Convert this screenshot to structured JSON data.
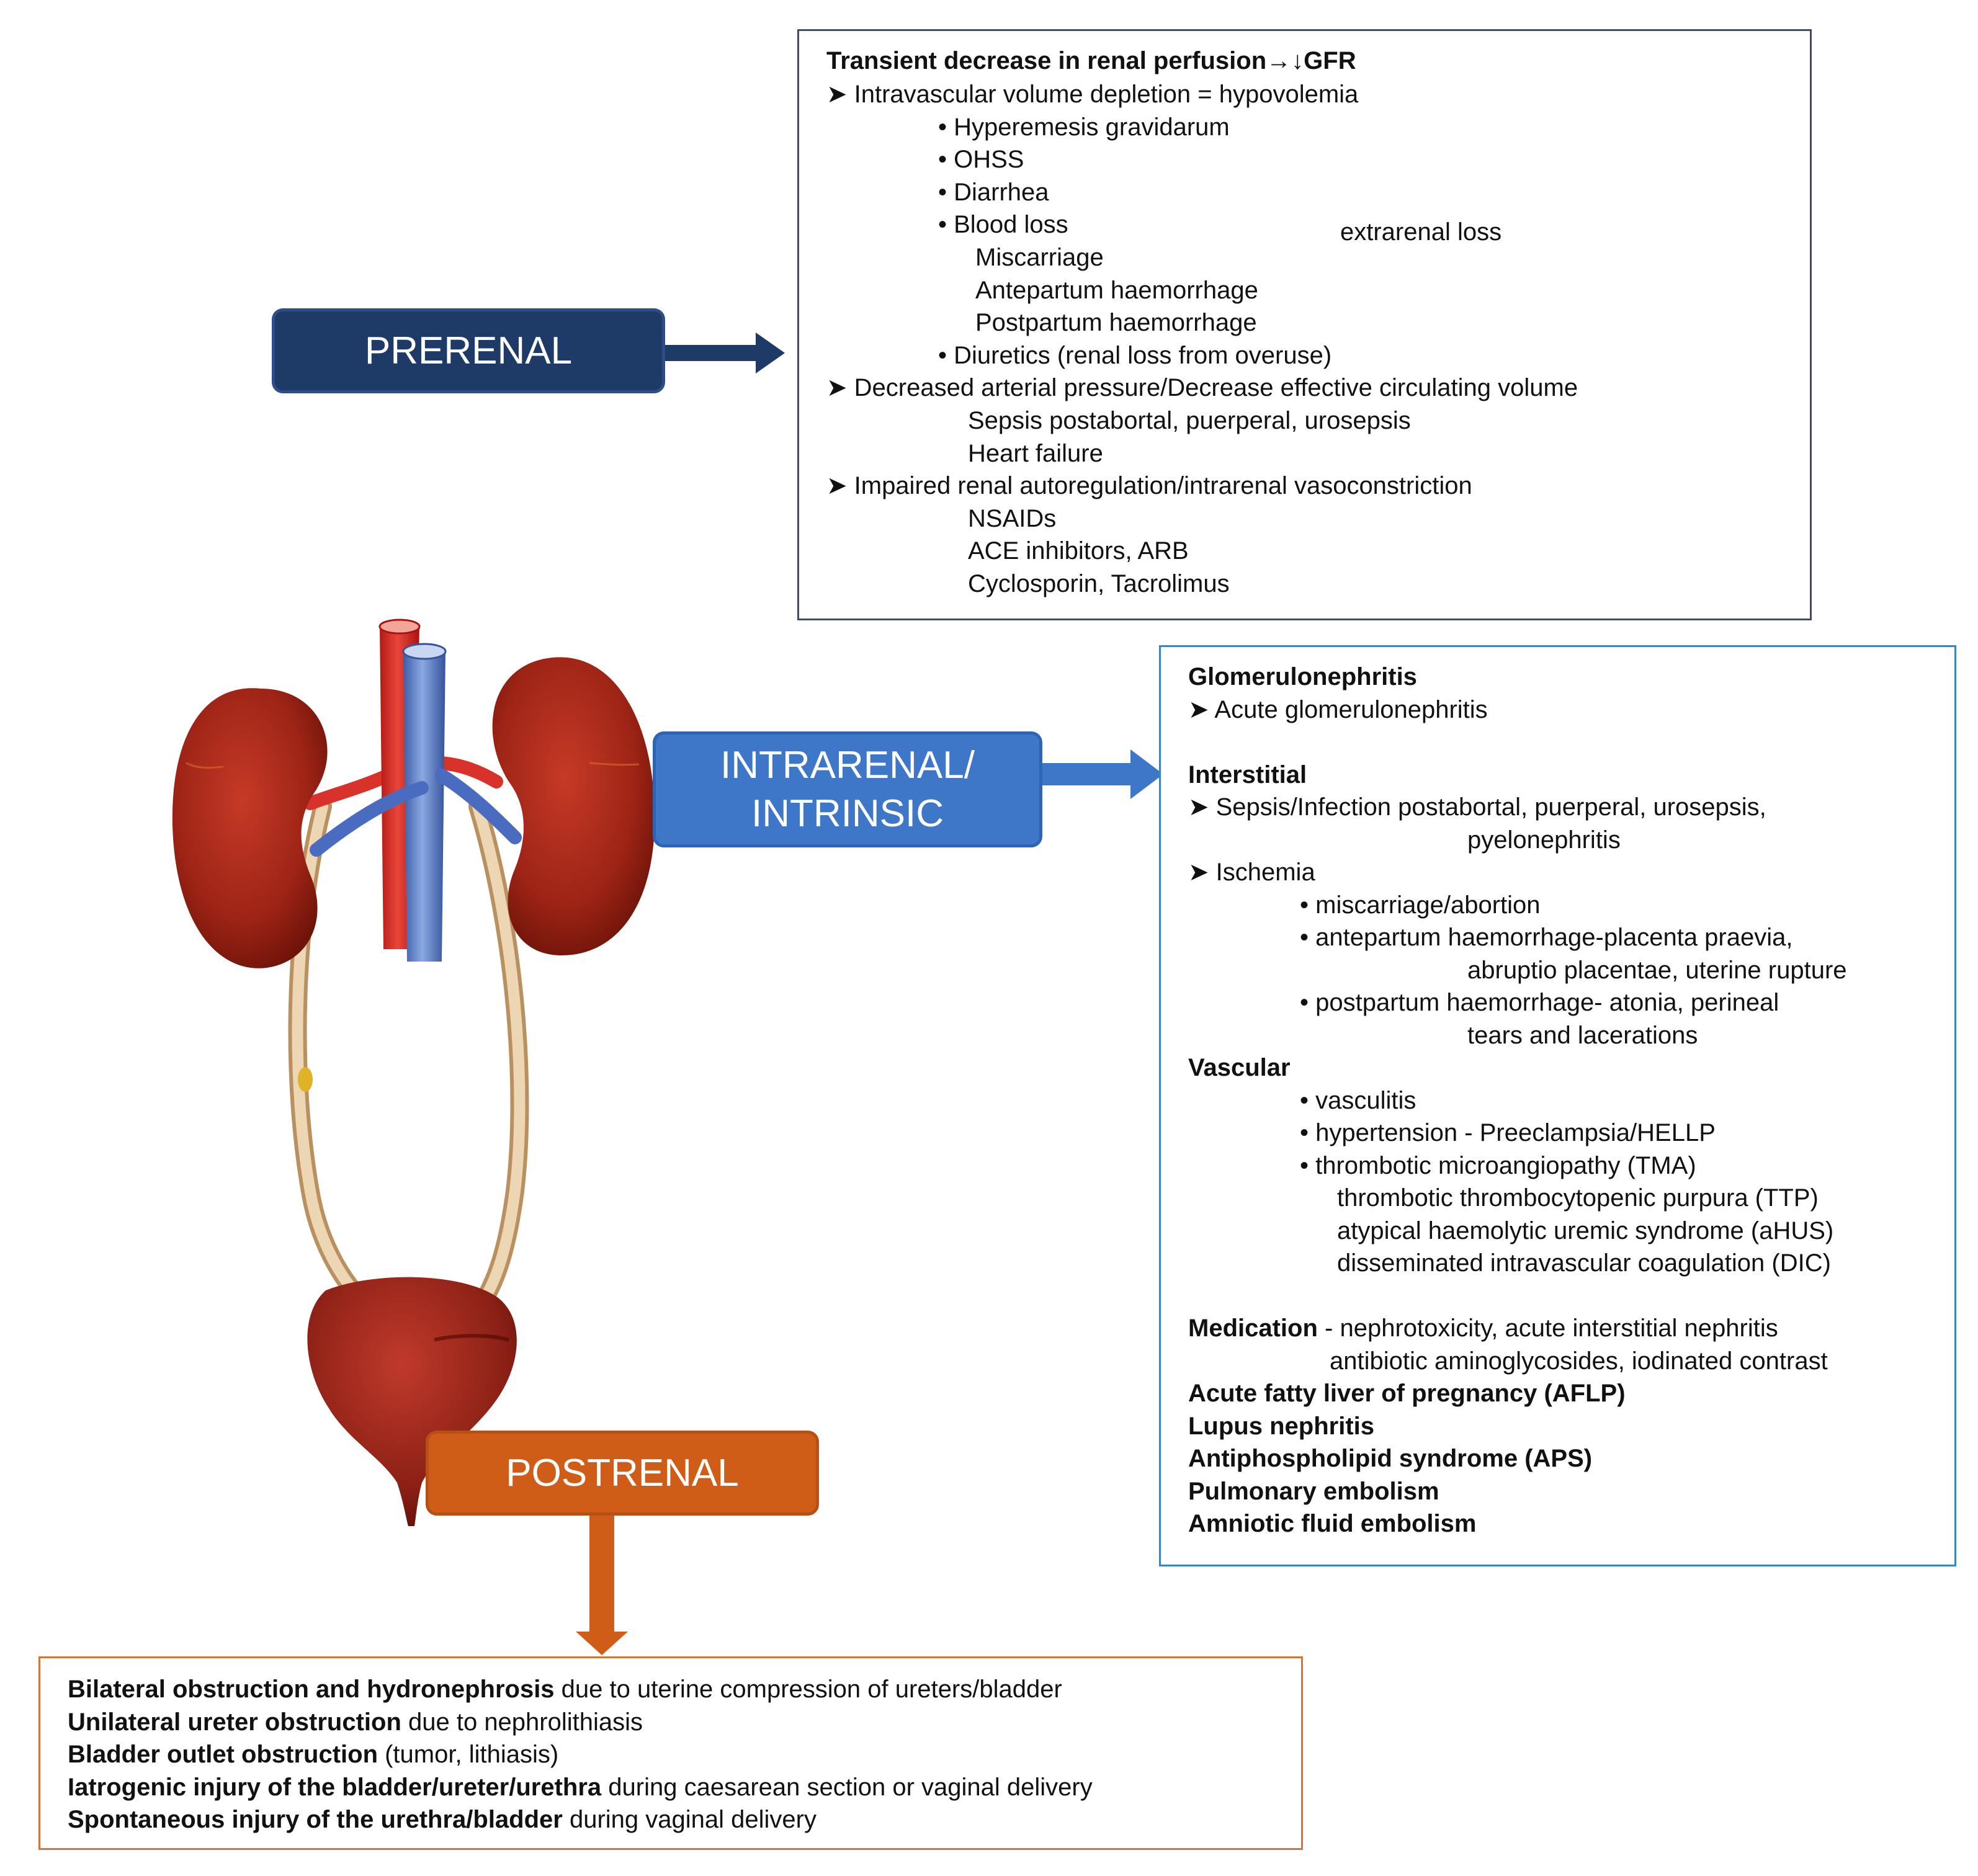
{
  "prerenal": {
    "label": "PRERENAL",
    "color": "#1e3a66",
    "heading": "Transient decrease in renal perfusion→↓GFR",
    "items": [
      {
        "text": "➤ Intravascular volume depletion = hypovolemia",
        "indent": 0,
        "bold": false
      },
      {
        "text": "• Hyperemesis gravidarum",
        "indent": 2,
        "bold": false
      },
      {
        "text": "• OHSS",
        "indent": 2,
        "bold": false
      },
      {
        "text": "• Diarrhea",
        "indent": 2,
        "bold": false
      },
      {
        "text": "• Blood loss",
        "indent": 2,
        "bold": false
      },
      {
        "text": "Miscarriage",
        "indent": 3,
        "bold": false
      },
      {
        "text": "Antepartum haemorrhage",
        "indent": 3,
        "bold": false
      },
      {
        "text": "Postpartum haemorrhage",
        "indent": 3,
        "bold": false
      },
      {
        "text": "• Diuretics (renal loss from overuse)",
        "indent": 2,
        "bold": false
      },
      {
        "text": "➤ Decreased arterial pressure/Decrease effective circulating volume",
        "indent": 0,
        "bold": false
      },
      {
        "text": "Sepsis postabortal, puerperal, urosepsis",
        "indent": 4,
        "bold": false
      },
      {
        "text": "Heart failure",
        "indent": 4,
        "bold": false
      },
      {
        "text": "➤ Impaired renal autoregulation/intrarenal vasoconstriction",
        "indent": 0,
        "bold": false
      },
      {
        "text": "NSAIDs",
        "indent": 4,
        "bold": false
      },
      {
        "text": "ACE inhibitors, ARB",
        "indent": 4,
        "bold": false
      },
      {
        "text": "Cyclosporin, Tacrolimus",
        "indent": 4,
        "bold": false
      }
    ],
    "bracket_label": "extrarenal loss"
  },
  "intrarenal": {
    "label_line1": "INTRARENAL/",
    "label_line2": "INTRINSIC",
    "color": "#3f77c8",
    "items": [
      {
        "text": "Glomerulonephritis",
        "indent": 0,
        "bold": true
      },
      {
        "text": "➤  Acute glomerulonephritis",
        "indent": 0,
        "bold": false
      },
      {
        "text": "",
        "indent": 0,
        "bold": false
      },
      {
        "text": "Interstitial",
        "indent": 0,
        "bold": true
      },
      {
        "text": "➤ Sepsis/Infection postabortal, puerperal,  urosepsis,",
        "indent": 0,
        "bold": false
      },
      {
        "text": "pyelonephritis",
        "indent": 5,
        "bold": false
      },
      {
        "text": "➤ Ischemia",
        "indent": 0,
        "bold": false
      },
      {
        "text": "• miscarriage/abortion",
        "indent": 2,
        "bold": false
      },
      {
        "text": "• antepartum haemorrhage-placenta praevia,",
        "indent": 2,
        "bold": false
      },
      {
        "text": "abruptio placentae, uterine rupture",
        "indent": 5,
        "bold": false
      },
      {
        "text": "•  postpartum haemorrhage- atonia, perineal",
        "indent": 2,
        "bold": false
      },
      {
        "text": "tears and lacerations",
        "indent": 5,
        "bold": false
      },
      {
        "text": "Vascular",
        "indent": 0,
        "bold": true
      },
      {
        "text": "• vasculitis",
        "indent": 2,
        "bold": false
      },
      {
        "text": "• hypertension - Preeclampsia/HELLP",
        "indent": 2,
        "bold": false
      },
      {
        "text": "• thrombotic microangiopathy (TMA)",
        "indent": 2,
        "bold": false
      },
      {
        "text": "thrombotic thrombocytopenic purpura (TTP)",
        "indent": 3,
        "bold": false
      },
      {
        "text": "atypical haemolytic uremic syndrome (aHUS)",
        "indent": 3,
        "bold": false
      },
      {
        "text": "disseminated intravascular coagulation (DIC)",
        "indent": 3,
        "bold": false
      },
      {
        "text": "",
        "indent": 0,
        "bold": false
      },
      {
        "parts": [
          {
            "text": "Medication",
            "bold": true
          },
          {
            "text": " - nephrotoxicity, acute interstitial nephritis",
            "bold": false
          }
        ],
        "indent": 0
      },
      {
        "text": "antibiotic aminoglycosides, iodinated contrast",
        "indent": 4,
        "bold": false
      },
      {
        "text": "Acute fatty liver of pregnancy (AFLP)",
        "indent": 0,
        "bold": true
      },
      {
        "text": "Lupus nephritis",
        "indent": 0,
        "bold": true
      },
      {
        "text": "Antiphospholipid syndrome (APS)",
        "indent": 0,
        "bold": true
      },
      {
        "text": "Pulmonary embolism",
        "indent": 0,
        "bold": true
      },
      {
        "text": "Amniotic fluid embolism",
        "indent": 0,
        "bold": true
      }
    ]
  },
  "postrenal": {
    "label": "POSTRENAL",
    "color": "#cf5d18",
    "items": [
      {
        "parts": [
          {
            "text": "Bilateral obstruction and hydronephrosis",
            "bold": true
          },
          {
            "text": " due to uterine compression of ureters/bladder",
            "bold": false
          }
        ]
      },
      {
        "parts": [
          {
            "text": "Unilateral ureter obstruction",
            "bold": true
          },
          {
            "text": " due to nephrolithiasis",
            "bold": false
          }
        ]
      },
      {
        "parts": [
          {
            "text": "Bladder outlet obstruction",
            "bold": true
          },
          {
            "text": " (tumor, lithiasis)",
            "bold": false
          }
        ]
      },
      {
        "parts": [
          {
            "text": "Iatrogenic injury of the bladder/ureter/urethra",
            "bold": true
          },
          {
            "text": " during caesarean section or vaginal delivery",
            "bold": false
          }
        ]
      },
      {
        "parts": [
          {
            "text": "Spontaneous injury of the urethra/bladder",
            "bold": true
          },
          {
            "text": " during vaginal delivery",
            "bold": false
          }
        ]
      }
    ]
  }
}
